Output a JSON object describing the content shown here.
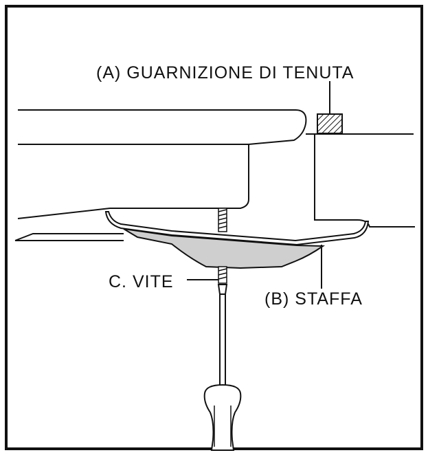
{
  "labels": {
    "gasket": "(A) GUARNIZIONE DI TENUTA",
    "bracket": "(B) STAFFA",
    "screw": "C. VITE"
  },
  "colors": {
    "line": "#111111",
    "fill_gray": "#cfcfcf",
    "background": "#ffffff"
  }
}
